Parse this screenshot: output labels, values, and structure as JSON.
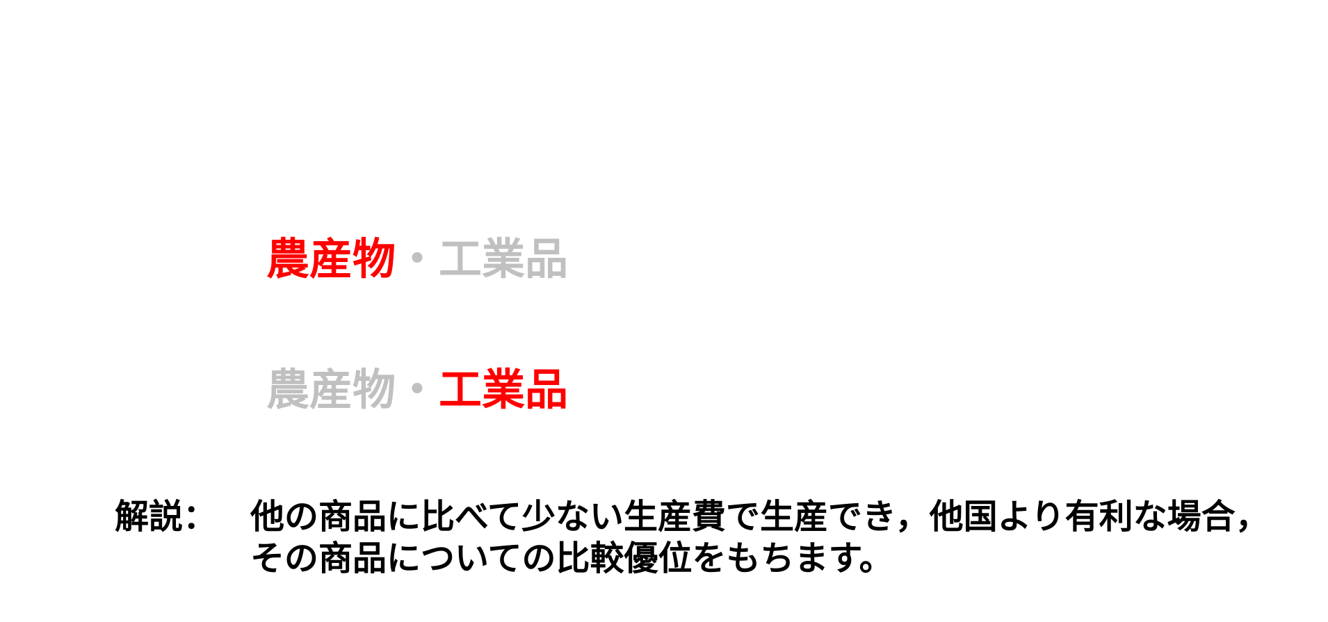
{
  "rows": [
    {
      "left": "農産物",
      "separator": "・",
      "right": "工業品",
      "left_color": "#ff0000",
      "right_color": "#c0c0c0"
    },
    {
      "left": "農産物",
      "separator": "・",
      "right": "工業品",
      "left_color": "#c0c0c0",
      "right_color": "#ff0000"
    }
  ],
  "explanation": {
    "label": "解説：",
    "line1": "他の商品に比べて少ない生産費で生産でき，他国より有利な場合，",
    "line2": "その商品についての比較優位をもちます。"
  }
}
